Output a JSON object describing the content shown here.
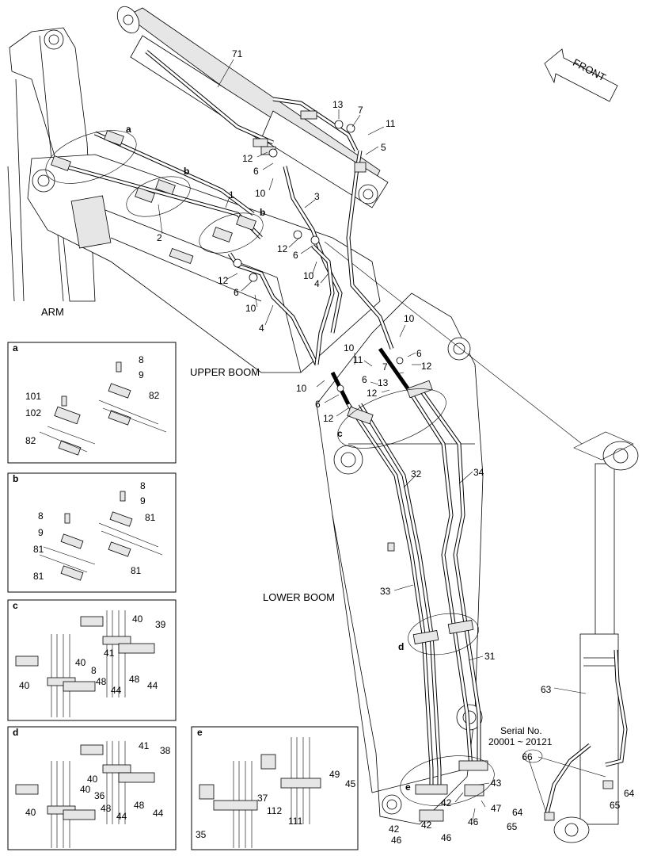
{
  "diagram": {
    "callouts": {
      "p71": "71",
      "p13a": "13",
      "p7a": "7",
      "p11a": "11",
      "p5": "5",
      "p12a": "12",
      "p6a": "6",
      "p10a": "10",
      "p3": "3",
      "p1": "1",
      "p2": "2",
      "p12b": "12",
      "p6b": "6",
      "p10b": "10",
      "p4a": "4",
      "p12c": "12",
      "p6c": "6",
      "p10c": "10",
      "p4b": "4",
      "p10d": "10",
      "p6d": "6",
      "p12d": "12",
      "p7b": "7",
      "p10e": "10",
      "p11b": "11",
      "p13b": "13",
      "p6e": "6",
      "p12e": "12",
      "p10f": "10",
      "p6f": "6",
      "p12f": "12",
      "p32": "32",
      "p34": "34",
      "p33": "33",
      "p31": "31",
      "p63": "63",
      "p66": "66",
      "p64a": "64",
      "p65a": "65",
      "p64b": "64",
      "p65b": "65",
      "p43": "43",
      "p42a": "42",
      "p46a": "46",
      "p47": "47",
      "p42b": "42",
      "p46b": "46",
      "p46c": "46",
      "p42c": "42"
    },
    "marks": {
      "a": "a",
      "b1": "b",
      "b2": "b",
      "c": "c",
      "d": "d",
      "e": "e"
    },
    "regions": {
      "arm": "ARM",
      "upper_boom": "UPPER BOOM",
      "lower_boom": "LOWER BOOM"
    },
    "front_label": "FRONT",
    "serial": {
      "line1": "Serial No.",
      "line2": "20001 ~ 20121"
    }
  },
  "insets": {
    "a": {
      "tag": "a",
      "labels": {
        "n8": "8",
        "n9": "9",
        "n101": "101",
        "n102": "102",
        "n82a": "82",
        "n82b": "82"
      }
    },
    "b": {
      "tag": "b",
      "labels": {
        "n8a": "8",
        "n9a": "9",
        "n8b": "8",
        "n9b": "9",
        "n81a": "81",
        "n81b": "81",
        "n81c": "81",
        "n81d": "81"
      }
    },
    "c": {
      "tag": "c",
      "labels": {
        "n40a": "40",
        "n39": "39",
        "n41": "41",
        "n40b": "40",
        "n8": "8",
        "n40c": "40",
        "n48a": "48",
        "n48b": "48",
        "n44a": "44",
        "n44b": "44"
      }
    },
    "d": {
      "tag": "d",
      "labels": {
        "n41": "41",
        "n38": "38",
        "n40a": "40",
        "n40b": "40",
        "n36": "36",
        "n40c": "40",
        "n48a": "48",
        "n48b": "48",
        "n44a": "44",
        "n44b": "44"
      }
    },
    "e": {
      "tag": "e",
      "labels": {
        "n49": "49",
        "n45": "45",
        "n37": "37",
        "n112": "112",
        "n35": "35",
        "n111": "111"
      }
    }
  }
}
